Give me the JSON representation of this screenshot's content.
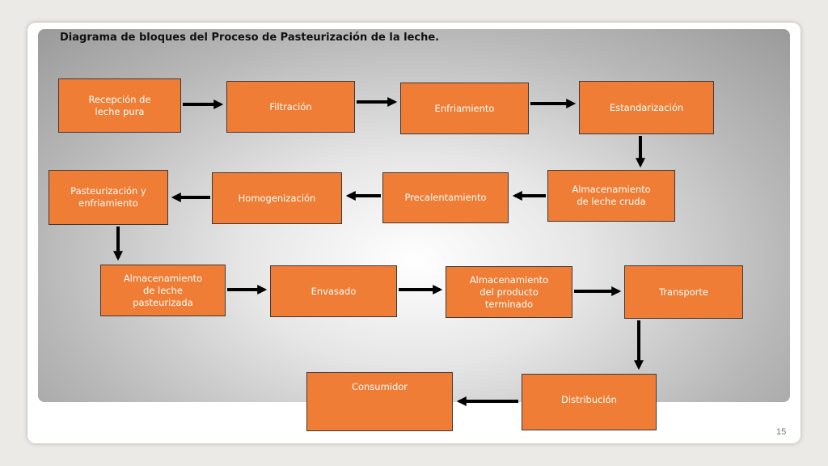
{
  "title": "Diagrama de bloques del Proceso de Pasteurización de la leche.",
  "page_number": "15",
  "steps": [
    {
      "id": "recepcion",
      "label": "Recepción de\nleche pura"
    },
    {
      "id": "filtracion",
      "label": "Filtración"
    },
    {
      "id": "enfriamiento",
      "label": "Enfriamiento"
    },
    {
      "id": "estandarizacion",
      "label": "Estandarización"
    },
    {
      "id": "almacenamiento-cruda",
      "label": "Almacenamiento\nde leche cruda"
    },
    {
      "id": "precalentamiento",
      "label": "Precalentamiento"
    },
    {
      "id": "homogenizacion",
      "label": "Homogenización"
    },
    {
      "id": "pasteurizacion",
      "label": "Pasteurización y\nenfriamiento"
    },
    {
      "id": "almacenamiento-pasteurizada",
      "label": "Almacenamiento\nde leche\npasteurizada"
    },
    {
      "id": "envasado",
      "label": "Envasado"
    },
    {
      "id": "almacenamiento-terminado",
      "label": "Almacenamiento\ndel producto\nterminado"
    },
    {
      "id": "transporte",
      "label": "Transporte"
    },
    {
      "id": "distribucion",
      "label": "Distribución"
    },
    {
      "id": "consumidor",
      "label": "Consumidor"
    }
  ],
  "colors": {
    "box_fill": "#ef7d35",
    "box_border": "#3a3a3a",
    "arrow": "#000000"
  }
}
